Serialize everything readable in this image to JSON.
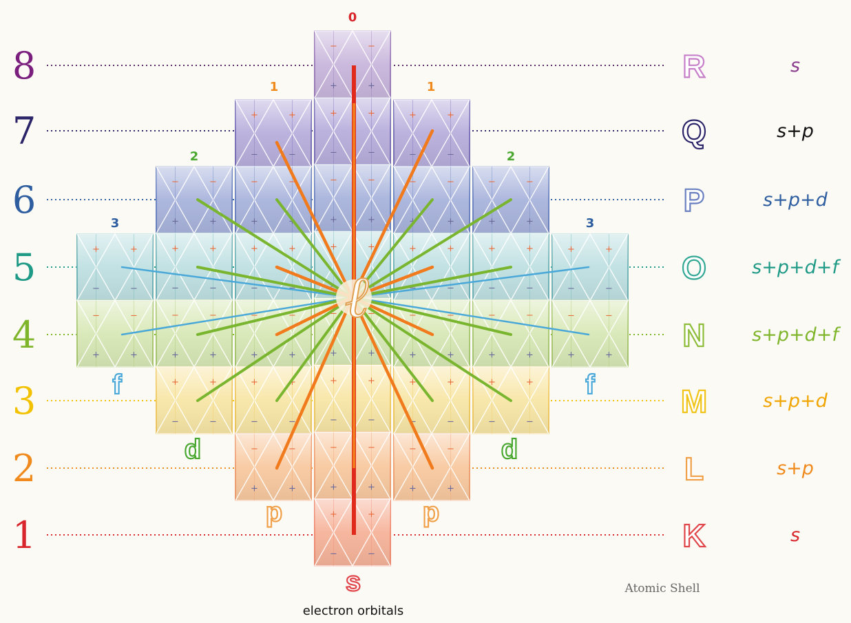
{
  "shells": [
    {
      "n": "8",
      "letter": "R",
      "config": "s",
      "color": "#7a1f7e",
      "letter_color": "#c77fc9",
      "config_color": "#8a3a8d",
      "line_color": "#5a2a6a"
    },
    {
      "n": "7",
      "letter": "Q",
      "config": "s+p",
      "color": "#2b2468",
      "letter_color": "#2b2468",
      "config_color": "#111111",
      "line_color": "#2b2468"
    },
    {
      "n": "6",
      "letter": "P",
      "config": "s+p+d",
      "color": "#2f5ea0",
      "letter_color": "#6a7fc0",
      "config_color": "#2f5ea0",
      "line_color": "#2f5ea0"
    },
    {
      "n": "5",
      "letter": "O",
      "config": "s+p+d+f",
      "color": "#1f9a86",
      "letter_color": "#33a894",
      "config_color": "#1f9a86",
      "line_color": "#1f9a86"
    },
    {
      "n": "4",
      "letter": "N",
      "config": "s+p+d+f",
      "color": "#7fb52b",
      "letter_color": "#8fbd3a",
      "config_color": "#7fb52b",
      "line_color": "#7fb52b"
    },
    {
      "n": "3",
      "letter": "M",
      "config": "s+p+d",
      "color": "#f2c200",
      "letter_color": "#f0c419",
      "config_color": "#f0a500",
      "line_color": "#f2c200"
    },
    {
      "n": "2",
      "letter": "L",
      "config": "s+p",
      "color": "#f08a1c",
      "letter_color": "#f0a048",
      "config_color": "#f08a1c",
      "line_color": "#f08a1c"
    },
    {
      "n": "1",
      "letter": "K",
      "config": "s",
      "color": "#d9262c",
      "letter_color": "#e0454a",
      "config_color": "#d9262c",
      "line_color": "#d9262c"
    }
  ],
  "ell_labels": [
    "0",
    "1",
    "1",
    "2",
    "2",
    "3",
    "3"
  ],
  "subshell_labels": [
    "s",
    "p",
    "p",
    "d",
    "d",
    "f",
    "f"
  ],
  "center_symbol": "ℓ",
  "caption": "electron orbitals",
  "credit": "Atomic Shell",
  "colors": {
    "ray_s": "#e02a1c",
    "ray_p": "#f07a1c",
    "ray_d": "#7ab530",
    "ray_f": "#4aa8d8",
    "tile_stroke_warm": "#f09070",
    "tile_stroke_cool": "#8a80c0"
  }
}
